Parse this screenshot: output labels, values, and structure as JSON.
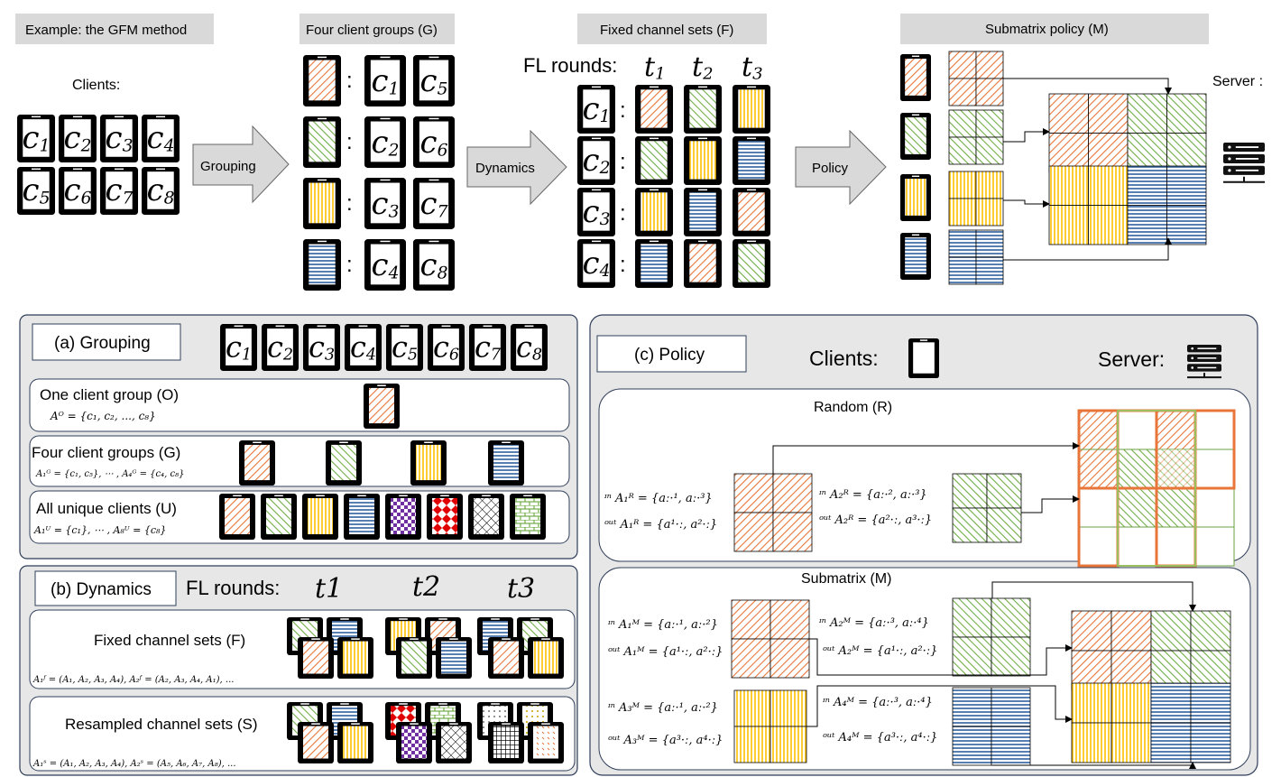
{
  "top": {
    "example_label": "Example: the GFM method",
    "clients_label": "Clients:",
    "client_names": [
      "c1",
      "c2",
      "c3",
      "c4",
      "c5",
      "c6",
      "c7",
      "c8"
    ],
    "grouping_arrow": "Grouping",
    "groups_header": "Four client groups (G)",
    "dynamics_arrow": "Dynamics",
    "fixed_header": "Fixed channel sets (F)",
    "fl_rounds": "FL rounds:",
    "rounds": [
      "t1",
      "t2",
      "t3"
    ],
    "policy_arrow": "Policy",
    "submatrix_header": "Submatrix policy (M)",
    "server_label": "Server :"
  },
  "panel_a": {
    "title": "(a) Grouping",
    "rows": [
      {
        "title": "One client group (O)",
        "formula": "Aᴼ = {c₁, c₂, ..., c₈}"
      },
      {
        "title": "Four client groups (G)",
        "formula": "A₁ᴳ = {c₁, c₅}, ⋯ , A₄ᴳ = {c₄, c₈}"
      },
      {
        "title": "All unique clients (U)",
        "formula": "A₁ᵁ = {c₁}, ⋯ , A₈ᵁ = {c₈}"
      }
    ]
  },
  "panel_b": {
    "title": "(b) Dynamics",
    "fl_rounds": "FL rounds:",
    "rounds": [
      "t1",
      "t2",
      "t3"
    ],
    "rows": [
      {
        "title": "Fixed channel sets (F)",
        "formula": "A₁ᶠ = (A₁, A₂, A₃, A₄), A₂ᶠ = (A₂, A₃, A₄, A₁), ..."
      },
      {
        "title": "Resampled channel sets (S)",
        "formula": "A₁ˢ = (A₁, A₂, A₃, A₄), A₂ˢ = (A₅, A₆, A₇, A₈), ..."
      }
    ]
  },
  "panel_c": {
    "title": "(c) Policy",
    "clients_label": "Clients:",
    "server_label": "Server:",
    "random_title": "Random (R)",
    "random_formulas": [
      "ᶦⁿ A₁ᴿ = {aː·¹, aː·³}",
      "ᵒᵘᵗ A₁ᴿ = {a¹·ː, a²·ː}",
      "ᶦⁿ A₂ᴿ = {aː·², aː·³}",
      "ᵒᵘᵗ A₂ᴿ = {a²·ː, a³·ː}"
    ],
    "submatrix_title": "Submatrix (M)",
    "submatrix_formulas": [
      "ᶦⁿ A₁ᴹ = {aː·¹, aː·²}",
      "ᵒᵘᵗ A₁ᴹ = {a¹·ː, a²·ː}",
      "ᶦⁿ A₂ᴹ = {aː·³, aː·⁴}",
      "ᵒᵘᵗ A₂ᴹ = {a¹·ː, a²·ː}",
      "ᶦⁿ A₃ᴹ = {aː·¹, aː·²}",
      "ᵒᵘᵗ A₃ᴹ = {a³·ː, a⁴·ː}",
      "ᶦⁿ A₄ᴹ = {aː·³, aː·⁴}",
      "ᵒᵘᵗ A₄ᴹ = {a³·ː, a⁴·ː}"
    ]
  },
  "colors": {
    "orange": "#e8763a",
    "green": "#70ad47",
    "yellow": "#ffc000",
    "blue": "#2e5f9e",
    "purple": "#7030a0",
    "red": "#e00000",
    "header_gray": "#d9d9d9",
    "panel_gray": "#e7e7e7"
  }
}
